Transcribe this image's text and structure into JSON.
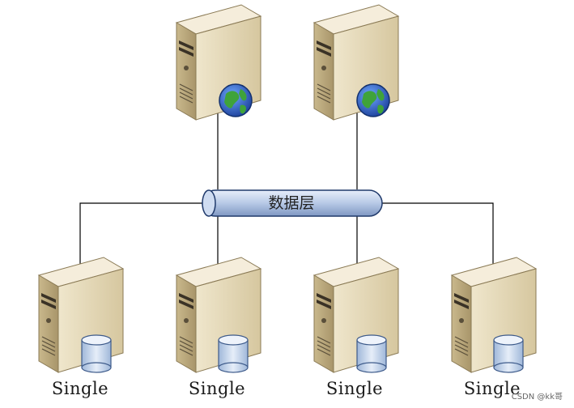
{
  "diagram": {
    "bus_label": "数据层",
    "node_labels": [
      "Single",
      "Single",
      "Single",
      "Single"
    ],
    "icons": {
      "server": "server-icon",
      "globe": "globe-icon",
      "database": "database-icon",
      "bus": "bus-pipe"
    },
    "colors": {
      "server_front": "#e3d7b6",
      "server_side": "#b9a77c",
      "server_top": "#f3ead3",
      "bus_fill": "#b9cbe8",
      "db_fill": "#d8e4f2",
      "line": "#000000"
    }
  },
  "watermark": "CSDN @kk哥"
}
